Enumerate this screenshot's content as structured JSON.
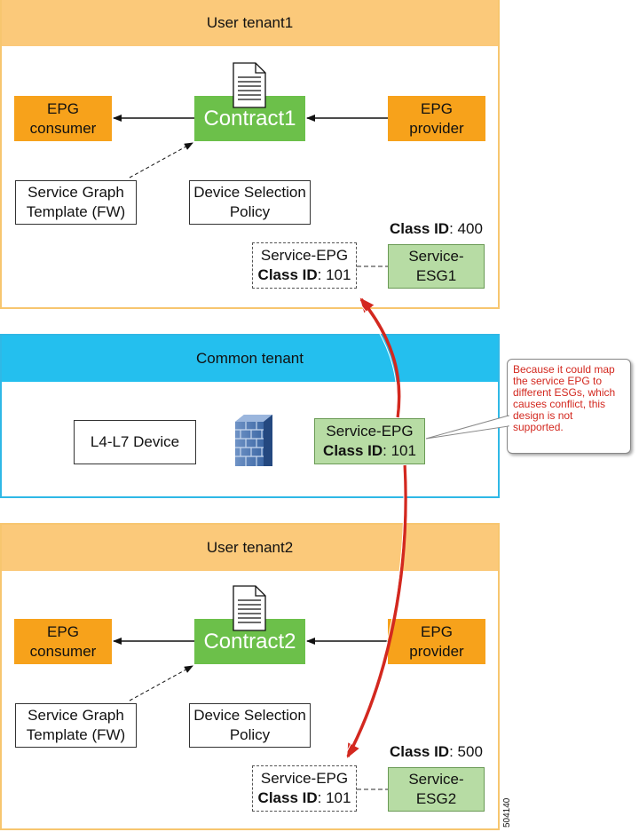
{
  "tenant1": {
    "title": "User tenant1",
    "epg_consumer": "EPG\nconsumer",
    "contract": "Contract1",
    "epg_provider": "EPG\nprovider",
    "service_graph": "Service Graph\nTemplate (FW)",
    "device_selection": "Device Selection\nPolicy",
    "class_id_label": "Class ID",
    "class_id_value": ": 400",
    "service_epg_line1": "Service-EPG",
    "service_epg_class_label": "Class ID",
    "service_epg_class_value": ": 101",
    "service_esg": "Service-\nESG1"
  },
  "common": {
    "title": "Common tenant",
    "l4l7": "L4-L7 Device",
    "service_epg_line1": "Service-EPG",
    "service_epg_class_label": "Class ID",
    "service_epg_class_value": ": 101",
    "callout": "Because it could map the service EPG to different ESGs, which causes conflict, this design is not supported."
  },
  "tenant2": {
    "title": "User tenant2",
    "epg_consumer": "EPG\nconsumer",
    "contract": "Contract2",
    "epg_provider": "EPG\nprovider",
    "service_graph": "Service Graph\nTemplate (FW)",
    "device_selection": "Device Selection\nPolicy",
    "class_id_label": "Class ID",
    "class_id_value": ": 500",
    "service_epg_line1": "Service-EPG",
    "service_epg_class_label": "Class ID",
    "service_epg_class_value": ": 101",
    "service_esg": "Service-\nESG2"
  },
  "figure_id": "504140",
  "colors": {
    "user_tenant": "#fbc97a",
    "common_tenant": "#24bfee",
    "epg": "#f7a21b",
    "contract": "#6cc04a",
    "service_esg": "#b7dca4",
    "conflict_arrow": "#d3281f"
  },
  "icons": [
    "document-icon",
    "firewall-icon"
  ]
}
